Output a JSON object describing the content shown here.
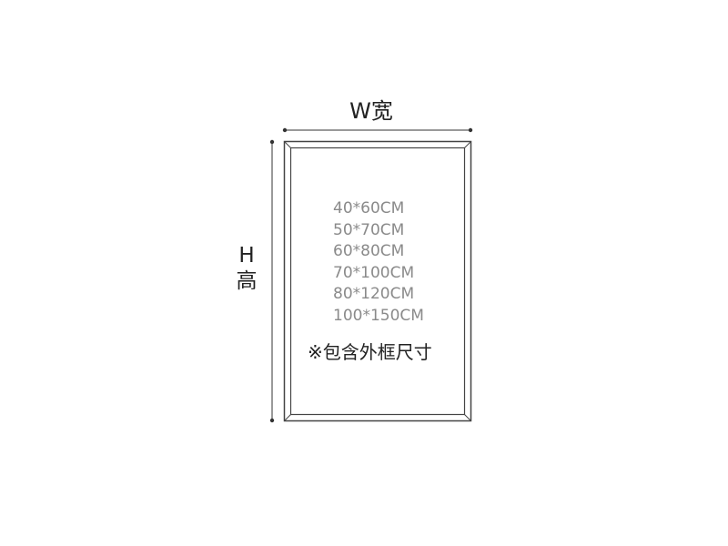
{
  "labels": {
    "width": "W宽",
    "height_letter": "H",
    "height_char": "高"
  },
  "sizes": [
    "40*60CM",
    "50*70CM",
    "60*80CM",
    "70*100CM",
    "80*120CM",
    "100*150CM"
  ],
  "note": "※包含外框尺寸",
  "colors": {
    "line": "#333333",
    "frame": "#444444",
    "size_text": "#8a8a8a",
    "label_text": "#222222"
  }
}
